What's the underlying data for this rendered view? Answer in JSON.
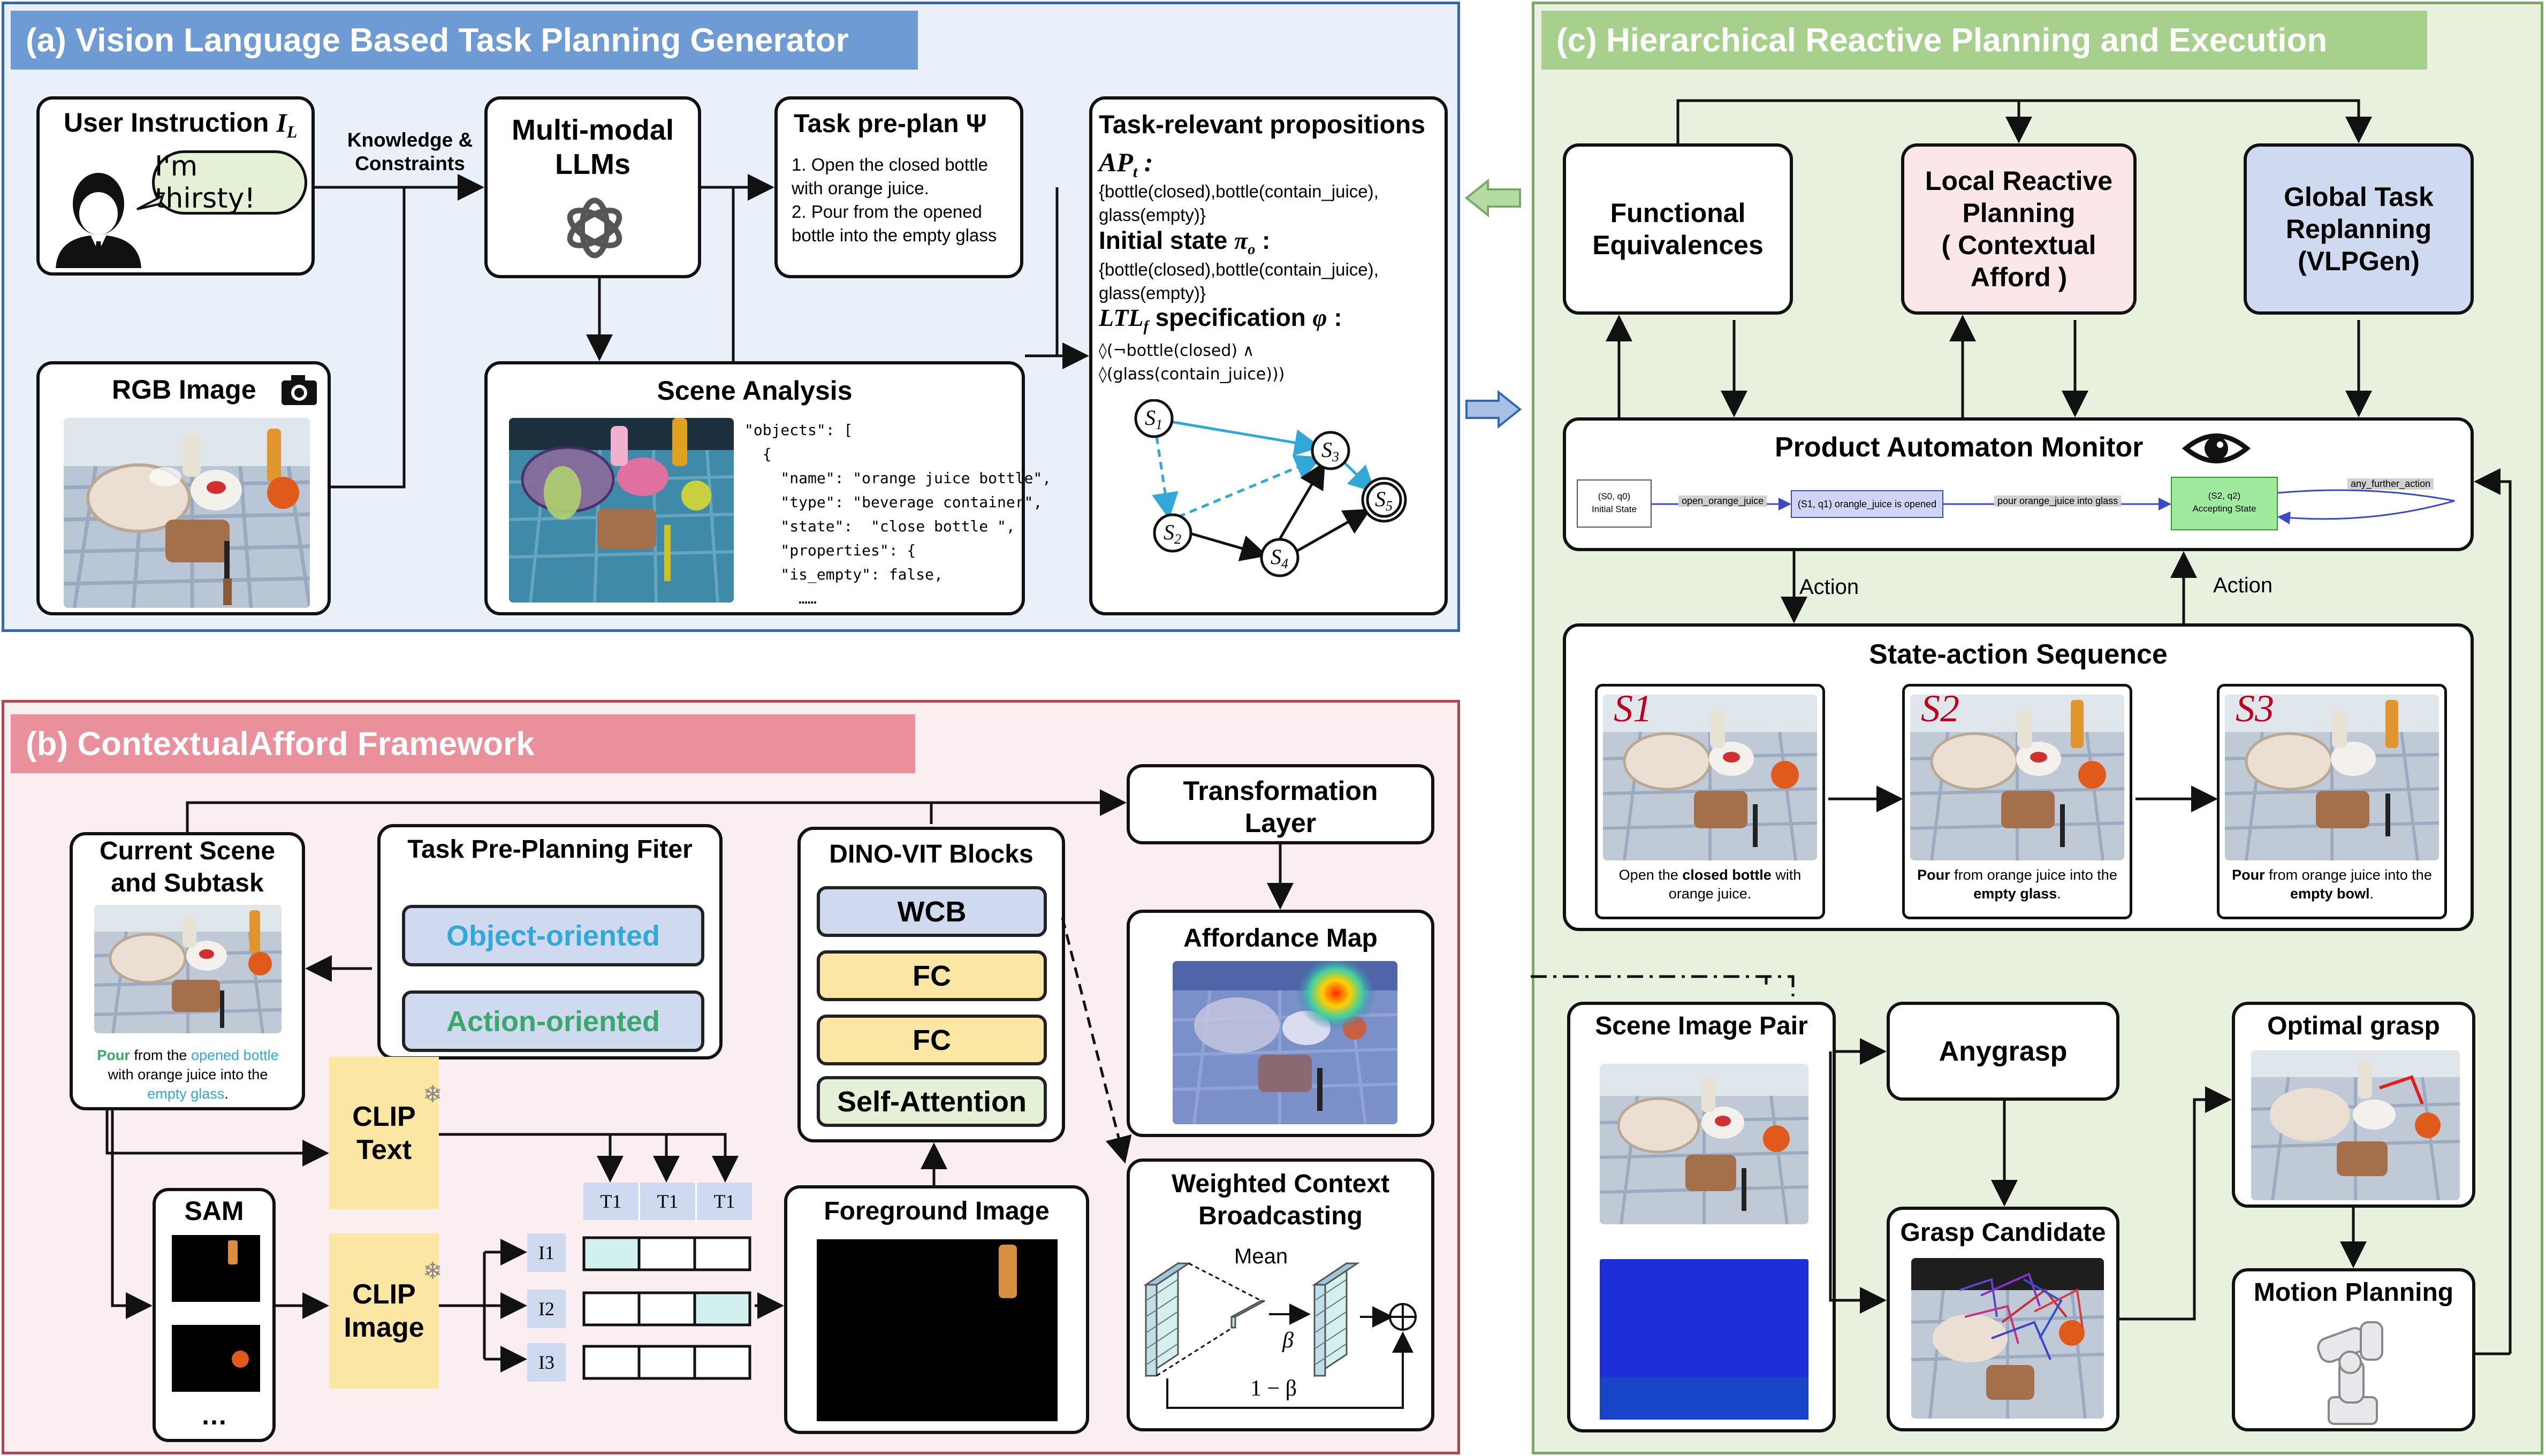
{
  "panels": {
    "a_title": "(a) Vision Language Based Task Planning  Generator",
    "b_title": "(b) ContextualAfford Framework",
    "c_title": "(c) Hierarchical Reactive Planning and Execution"
  },
  "a": {
    "user_instruction": "User Instruction",
    "user_instruction_symbol": "I_L",
    "speech": "I'm thirsty!",
    "knowledge": "Knowledge &\nConstraints",
    "llm_title": "Multi-modal\nLLMs",
    "preplan_title": "Task pre-plan Ψ",
    "preplan_text": "1. Open the closed bottle with orange juice.\n2. Pour from the opened bottle into the empty glass",
    "rgb_title": "RGB Image",
    "scene_title": "Scene Analysis",
    "scene_json": "\"objects\": [\n  {\n    \"name\": \"orange juice bottle\",\n    \"type\": \"beverage container\",\n    \"state\":  \"close bottle \",\n    \"properties\": {\n    \"is_empty\": false,\n      ……",
    "props_title": "Task-relevant propositions",
    "ap_label": "AP_t :",
    "ap_text": "{bottle(closed),bottle(contain_juice), glass(empty)}",
    "init_label": "Initial state π_o :",
    "init_text": "{bottle(closed),bottle(contain_juice), glass(empty)}",
    "ltl_label": "LTL_f specification φ :",
    "ltl_text": "◊(¬bottle(closed) ∧\n◊(glass(contain_juice)))",
    "states": [
      "S1",
      "S2",
      "S3",
      "S4",
      "S5"
    ]
  },
  "b": {
    "current_scene": "Current Scene\nand Subtask",
    "subtask_w1": "Pour",
    "subtask_w2": " from the ",
    "subtask_w3": "opened bottle",
    "subtask_w4": "with orange juice into the",
    "subtask_w5": "empty glass",
    "subtask_w6": ".",
    "filter_title": "Task Pre-Planning Fiter",
    "object_oriented": "Object-oriented",
    "action_oriented": "Action-oriented",
    "clip_text": "CLIP\nText",
    "clip_image": "CLIP\nImage",
    "sam": "SAM",
    "sam_more": "…",
    "t_labels": [
      "T1",
      "T1",
      "T1"
    ],
    "i_labels": [
      "I1",
      "I2",
      "I3"
    ],
    "dino_title": "DINO-VIT Blocks",
    "dino_blocks": [
      "WCB",
      "FC",
      "FC",
      "Self-Attention"
    ],
    "foreground": "Foreground Image",
    "transform": "Transformation\nLayer",
    "afford_map": "Affordance Map",
    "wcb_title": "Weighted Context\nBroadcasting",
    "mean": "Mean",
    "beta": "β",
    "one_minus_beta": "1 − β"
  },
  "c": {
    "functional": "Functional\nEquivalences",
    "local": "Local Reactive\nPlanning\n( Contextual\nAfford )",
    "global": "Global Task\nReplanning\n(VLPGen)",
    "pam_title": "Product Automaton Monitor",
    "pam_nodes": [
      "(S0, q0)\nInitial State",
      "(S1, q1) orangle_juice is opened",
      "(S2, q2)\nAccepting State"
    ],
    "pam_edges": [
      "open_orange_juice",
      "pour orange_juice into glass",
      "any_further_action"
    ],
    "action_left": "Action",
    "action_right": "Action",
    "sas_title": "State-action Sequence",
    "s_labels": [
      "S1",
      "S2",
      "S3"
    ],
    "cap1": [
      "Open the ",
      "closed bottle",
      " with orange juice."
    ],
    "cap2": [
      "Pour",
      " from orange juice into the ",
      "empty glass",
      "."
    ],
    "cap3": [
      "Pour",
      " from orange juice into the ",
      "empty bowl",
      "."
    ],
    "scene_pair": "Scene Image Pair",
    "anygrasp": "Anygrasp",
    "grasp_candidate": "Grasp Candidate",
    "optimal_grasp": "Optimal grasp",
    "motion_planning": "Motion Planning"
  },
  "colors": {
    "banner_a": "#6f9bd4",
    "banner_b": "#e9909b",
    "banner_c": "#a8d08d",
    "object_oriented_text": "#31a8d8",
    "action_oriented_text": "#3aa86b",
    "pill_blue": "#cfdaf0",
    "pill_yellow": "#fce6a4",
    "pill_green": "#e4f1d7",
    "local_fill": "#fbe6ea",
    "global_fill": "#cfdaf0",
    "accent_red": "#c0001b"
  }
}
